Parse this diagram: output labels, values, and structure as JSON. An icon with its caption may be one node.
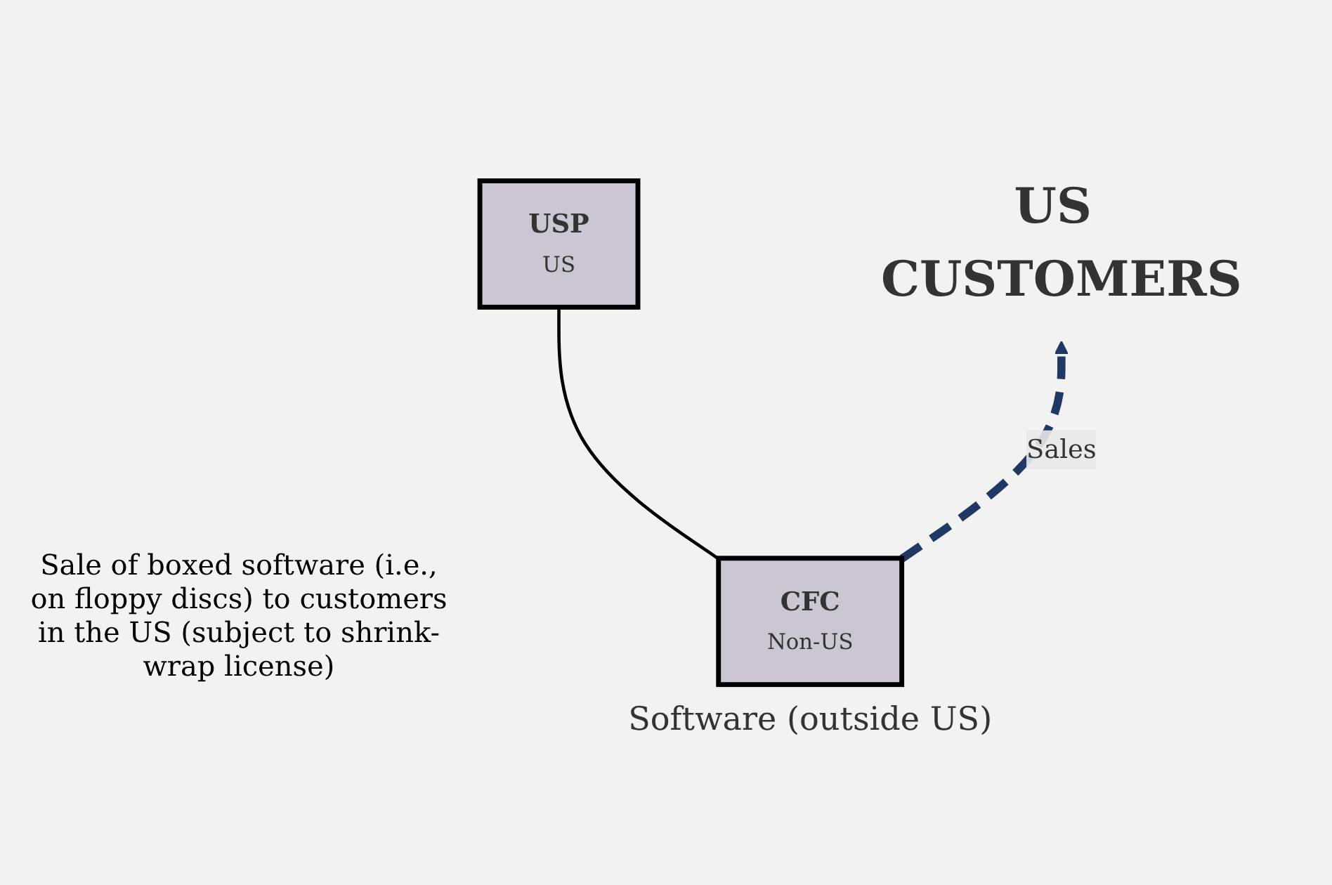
{
  "diagram": {
    "nodes": [
      {
        "text": [
          "US CUSTOMERS"
        ]
      },
      {
        "text": [
          "USP",
          "US"
        ]
      },
      {
        "text": [
          "CFC",
          "Non-US"
        ],
        "beside": [
          "Software (outside US)"
        ]
      }
    ],
    "edges": [
      {
        "from": 1,
        "to": 2,
        "arrow": "none"
      },
      {
        "from": 2,
        "to": 0,
        "arrow": "to",
        "label": "Sales",
        "style": "dashed",
        "color": "#1f3864"
      }
    ],
    "labels": [
      "Sale of boxed software (i.e., on floppy discs) to customers in the US (subject to shrink-wrap license)"
    ]
  }
}
